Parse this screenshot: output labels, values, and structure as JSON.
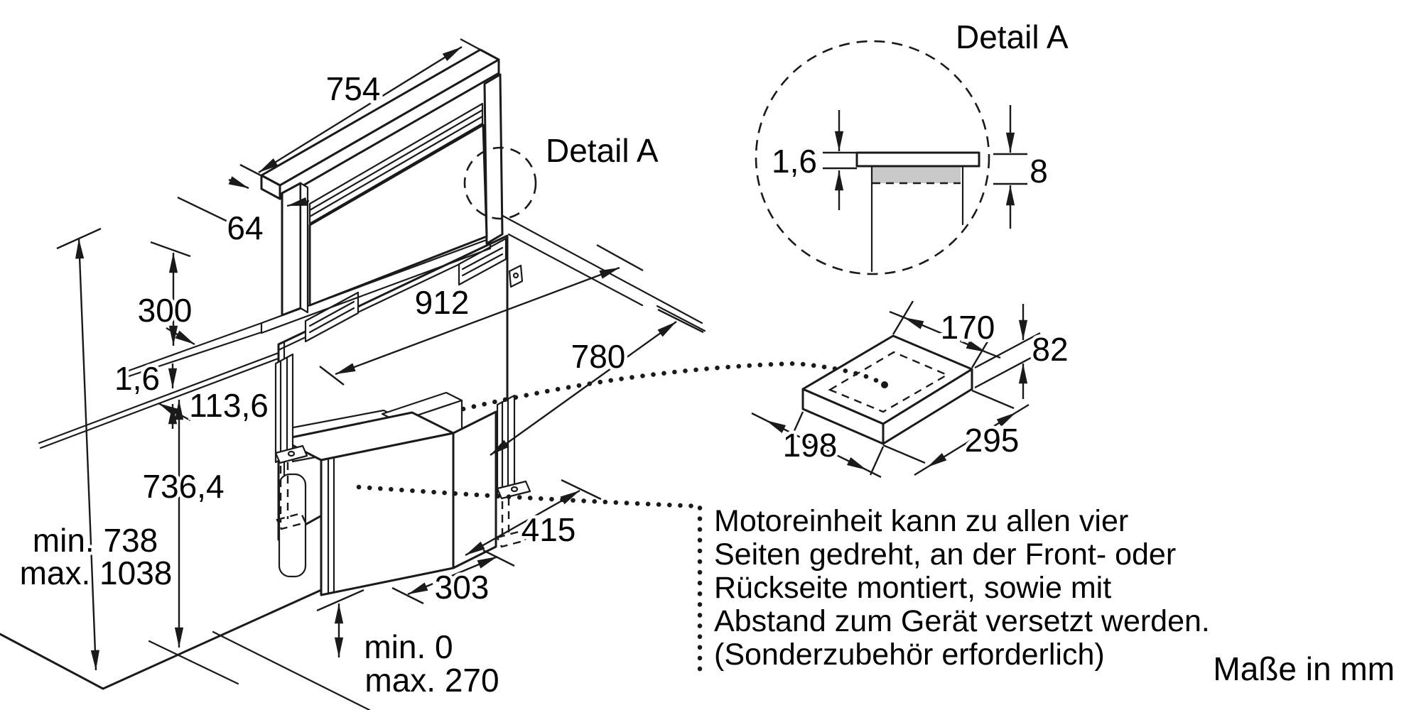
{
  "dims": {
    "width_top": "754",
    "depth_top": "64",
    "lift_height": "300",
    "plate_thickness": "1,6",
    "plate_depth": "113,6",
    "body_height": "736,4",
    "floor_min": "min. 738",
    "floor_max": "max. 1038",
    "body_width": "912",
    "cutout_width": "780",
    "right_offset": "415",
    "motor_width": "303",
    "foot_min": "min. 0",
    "foot_max": "max. 270"
  },
  "detail": {
    "callout_label": "Detail A",
    "title": "Detail A",
    "worktop_thickness": "1,6",
    "flange_height": "8"
  },
  "duct_box": {
    "width": "170",
    "height": "82",
    "depth": "198",
    "length": "295"
  },
  "note_lines": [
    "Motoreinheit kann zu allen vier",
    "Seiten gedreht, an der Front- oder",
    "Rückseite montiert, sowie mit",
    "Abstand zum Gerät versetzt werden.",
    "(Sonderzubehör erforderlich)"
  ],
  "footer": {
    "units": "Maße in mm"
  },
  "colors": {
    "line": "#1a1a1a",
    "flange_gray": "#c9c9c9",
    "background": "#ffffff"
  }
}
